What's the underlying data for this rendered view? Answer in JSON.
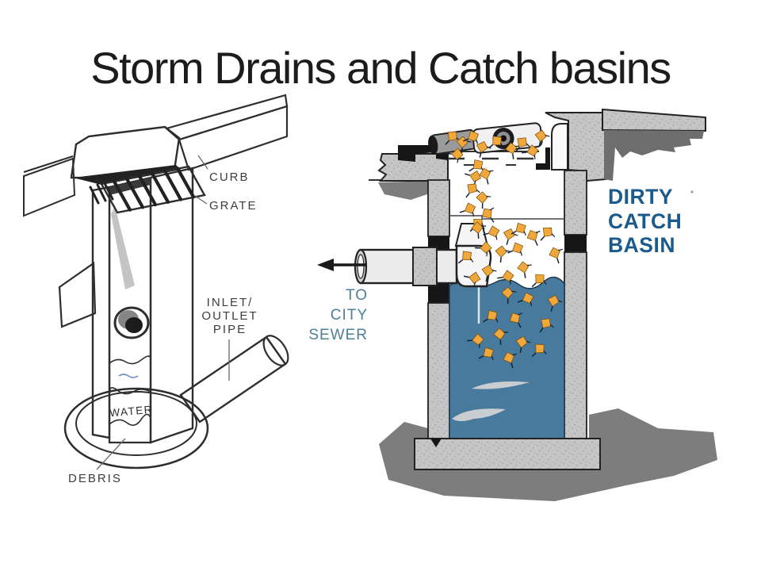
{
  "title": "Storm Drains and Catch basins",
  "left_diagram": {
    "description": "Hand-drawn cutaway of a street storm drain",
    "labels": {
      "curb": "CURB",
      "grate": "GRATE",
      "inlet_outlet_1": "INLET/",
      "inlet_outlet_2": "OUTLET",
      "inlet_outlet_3": "PIPE",
      "water": "WATER",
      "debris": "DEBRIS"
    },
    "colors": {
      "water": "#A9CAE6",
      "ink": "#2e2e2e",
      "shaft_interior": "#9c9c9c"
    }
  },
  "right_diagram": {
    "description": "Color cutaway of a dirty catch basin filling with leaves",
    "labels": {
      "to_sewer_1": "TO",
      "to_sewer_2": "CITY",
      "to_sewer_3": "SEWER",
      "basin_1": "DIRTY",
      "basin_2": "CATCH",
      "basin_3": "BASIN"
    },
    "colors": {
      "water": "#477A9C",
      "leaf": "#F0A73C",
      "basin_label": "#1B5A8C",
      "sewer_label": "#4E7F96",
      "concrete": "#C5C5C5",
      "shadow": "#7D7D7D"
    }
  }
}
